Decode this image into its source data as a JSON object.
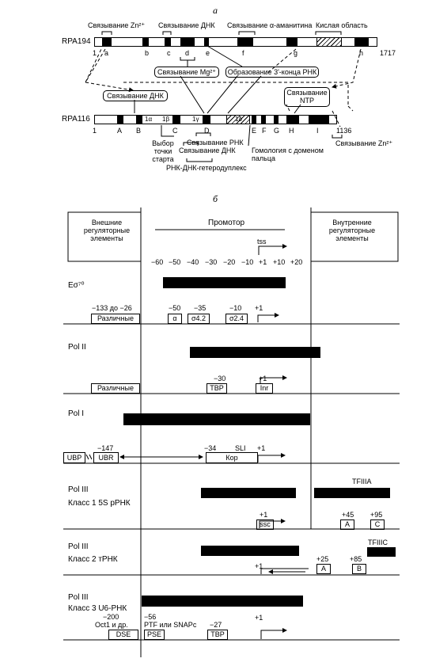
{
  "panel_a": {
    "label": "а",
    "rpa194": {
      "name": "RPA194",
      "start": "1",
      "end": "1717",
      "domain_letters": [
        "a",
        "b",
        "c",
        "d",
        "e",
        "f",
        "g",
        "h"
      ],
      "zn_binding": "Связывание Zn²⁺",
      "dna_binding": "Связывание ДНК",
      "amanitin_binding": "Связывание α-аманитина",
      "acidic_region": "Кислая область"
    },
    "mg_binding": "Связывание Mg²⁺",
    "rna3_end": "Образование 3'-конца РНК",
    "dna_binding_box": "Связывание ДНК",
    "ntp_binding": "Связывание NTP",
    "rpa116": {
      "name": "RPA116",
      "start": "1",
      "end": "1136",
      "domain_letters": [
        "A",
        "B",
        "C",
        "D",
        "E",
        "F",
        "G",
        "H",
        "I"
      ],
      "small_labels": [
        "1α",
        "1β",
        "1γ",
        "1δ"
      ],
      "zn_binding": "Связывание Zn²⁺",
      "start_point": "Выбор точки старта",
      "rna_binding": "Связывание РНК",
      "dna_binding": "Связывание ДНК",
      "homology": "Гомология с доменом пальца",
      "heteroduplex": "РНК-ДНК-гетеродуплекс"
    }
  },
  "panel_b": {
    "label": "б",
    "external": "Внешние регуляторные элементы",
    "internal": "Внутренние регуляторные элементы",
    "promoter": "Промотор",
    "tss": "tss",
    "positions": [
      "−60",
      "−50",
      "−40",
      "−30",
      "−20",
      "−10",
      "+1",
      "+10",
      "+20"
    ],
    "rows": {
      "esigma": {
        "name": "Eσ⁷⁰",
        "range": "−133 до −26",
        "various": "Различные",
        "pos_50": "−50",
        "pos_35": "−35",
        "pos_10": "−10",
        "pos_1": "+1",
        "alpha": "α",
        "s42": "σ4.2",
        "s24": "σ2.4"
      },
      "pol2": {
        "name": "Pol II",
        "various": "Различные",
        "pos_30": "−30",
        "pos_1": "+1",
        "tbp": "TBP",
        "inr": "Inr"
      },
      "pol1": {
        "name": "Pol I",
        "ubp": "UBP",
        "ubr": "UBR",
        "pos_147": "−147",
        "pos_34": "−34",
        "sli": "SLI",
        "pos_1": "+1",
        "core": "Кор"
      },
      "pol3_1": {
        "name": "Pol III",
        "class": "Класс 1 5S рРНК",
        "tfiiia": "TFIIIA",
        "pos_1": "+1",
        "ssc": "ssc",
        "pos_45": "+45",
        "pos_95": "+95",
        "a": "A",
        "c": "C"
      },
      "pol3_2": {
        "name": "Pol III",
        "class": "Класс 2 тРНК",
        "tfiiic": "TFIIIC",
        "pos_25": "+25",
        "pos_85": "+85",
        "pos_1": "+1",
        "a": "A",
        "b": "B"
      },
      "pol3_3": {
        "name": "Pol III",
        "class": "Класс 3 U6-РНК",
        "pos_200": "−200",
        "oct1": "Oct1 и др.",
        "pos_56": "−56",
        "ptf": "PTF или SNAPc",
        "pos_27": "−27",
        "pos_1": "+1",
        "dse": "DSE",
        "pse": "PSE",
        "tbp": "TBP"
      }
    }
  }
}
